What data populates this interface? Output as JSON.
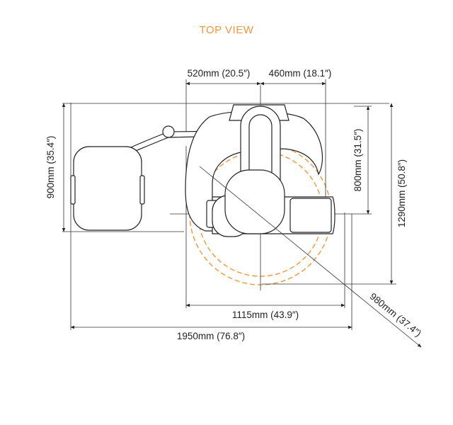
{
  "title": "TOP VIEW",
  "colors": {
    "accent": "#f0963c",
    "line": "#222222"
  },
  "dimensions": {
    "left_reach": "520mm (20.5″)",
    "right_reach": "460mm (18.1″)",
    "monitor_depth": "900mm (35.4″)",
    "base_depth": "800mm (31.5″)",
    "total_depth": "1290mm (50.8″)",
    "base_width": "1115mm (43.9″)",
    "total_width": "1950mm (76.8″)",
    "radius": "980mm (37.4″)"
  }
}
